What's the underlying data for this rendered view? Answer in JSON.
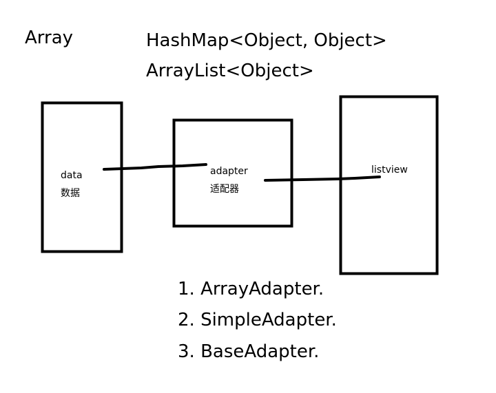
{
  "labels": {
    "array": "Array",
    "hashmap": "HashMap<Object, Object>",
    "arraylist": "ArrayList<Object>"
  },
  "nodes": {
    "data": {
      "label": "data",
      "label_cn": "数据"
    },
    "adapter": {
      "label": "adapter",
      "label_cn": "适配器"
    },
    "listview": {
      "label": "listview"
    }
  },
  "adapter_types": [
    "1. ArrayAdapter.",
    "2. SimpleAdapter.",
    "3.  BaseAdapter."
  ],
  "colors": {
    "stroke": "#000000",
    "background": "#ffffff"
  }
}
